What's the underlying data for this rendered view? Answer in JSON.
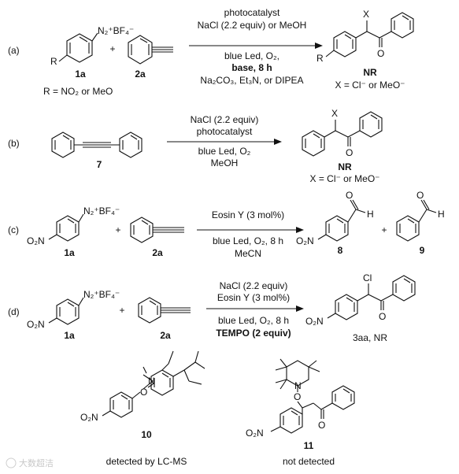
{
  "schemes": {
    "a": {
      "tag": "(a)",
      "cond_above": [
        "photocatalyst",
        "NaCl (2.2 equiv) or MeOH"
      ],
      "cond_below": [
        "blue Led, O₂,",
        "base, 8 h",
        "Na₂CO₃, Et₃N, or DIPEA"
      ],
      "reagent1_label": "1a",
      "reagent2_label": "2a",
      "r_note": "R = NO₂ or MeO",
      "product_label": "NR",
      "x_note": "X = Cl⁻ or MeO⁻",
      "sub_r": "R",
      "sub_x": "X",
      "sub_o": "O",
      "diazonium": "N₂⁺BF₄⁻"
    },
    "b": {
      "tag": "(b)",
      "cond_above": [
        "NaCl (2.2 equiv)",
        "photocatalyst"
      ],
      "cond_below": [
        "blue Led, O₂",
        "MeOH"
      ],
      "reagent_label": "7",
      "product_label": "NR",
      "x_note": "X = Cl⁻ or MeO⁻",
      "sub_x": "X",
      "sub_o": "O"
    },
    "c": {
      "tag": "(c)",
      "cond_above": [
        "Eosin Y (3 mol%)"
      ],
      "cond_below": [
        "blue Led, O₂, 8 h",
        "MeCN"
      ],
      "reagent1_label": "1a",
      "reagent2_label": "2a",
      "product1_label": "8",
      "product2_label": "9",
      "no2": "O₂N",
      "diazonium": "N₂⁺BF₄⁻",
      "sub_o": "O",
      "sub_h": "H"
    },
    "d": {
      "tag": "(d)",
      "cond_above": [
        "NaCl (2.2 equiv)",
        "Eosin Y (3 mol%)"
      ],
      "cond_below": [
        "blue Led, O₂, 8 h",
        "TEMPO (2 equiv)"
      ],
      "reagent1_label": "1a",
      "reagent2_label": "2a",
      "product_label": "3aa, NR",
      "no2": "O₂N",
      "diazonium": "N₂⁺BF₄⁻",
      "sub_cl": "Cl",
      "sub_o": "O"
    },
    "adducts": {
      "left_label": "10",
      "left_note": "detected by LC-MS",
      "right_label": "11",
      "right_note": "not detected",
      "no2": "O₂N",
      "sub_o": "O",
      "sub_n": "N"
    }
  },
  "plus": "+",
  "watermark": "大数超洁"
}
